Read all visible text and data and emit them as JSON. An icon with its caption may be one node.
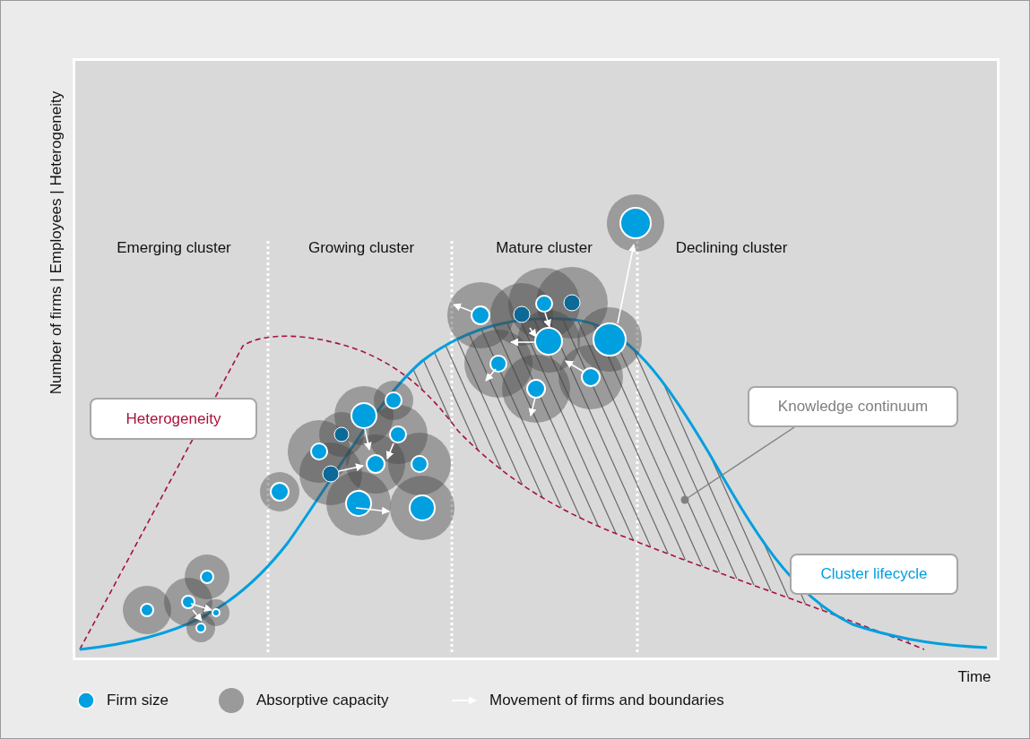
{
  "diagram": {
    "nodes": [
      {
        "text": [
          "Heterogeneity"
        ]
      },
      {
        "text": [
          "Knowledge continuum"
        ]
      },
      {
        "text": [],
        "shape": "area"
      },
      {
        "text": [
          "Cluster lifecycle"
        ]
      }
    ],
    "edges": [
      {
        "from": 1,
        "to": 2,
        "arrow": "other"
      }
    ],
    "labels": [
      "Number of firms | Employees | Heterogeneity",
      "Emerging cluster",
      "Growing cluster",
      "Mature cluster",
      "Declining cluster",
      "Time"
    ],
    "legend": [
      {
        "text": "Firm size"
      },
      {
        "text": "Absorptive capacity"
      },
      {
        "text": "Movement of firms and boundaries"
      }
    ]
  }
}
